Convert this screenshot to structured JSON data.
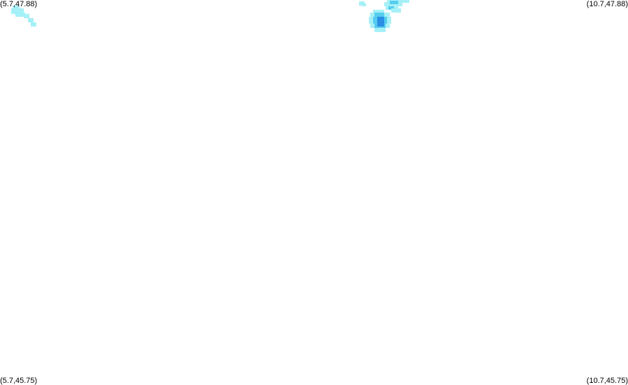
{
  "map": {
    "corners": {
      "top_left": "(5.7,47.88)",
      "top_right": "(10.7,47.88)",
      "bottom_left": "(5.7,45.75)",
      "bottom_right": "(10.7,45.75)"
    },
    "colors": {
      "background": "#ffffff",
      "light": "#a6f0f7",
      "medium": "#55cdef",
      "strong": "#2b8fe6"
    }
  }
}
